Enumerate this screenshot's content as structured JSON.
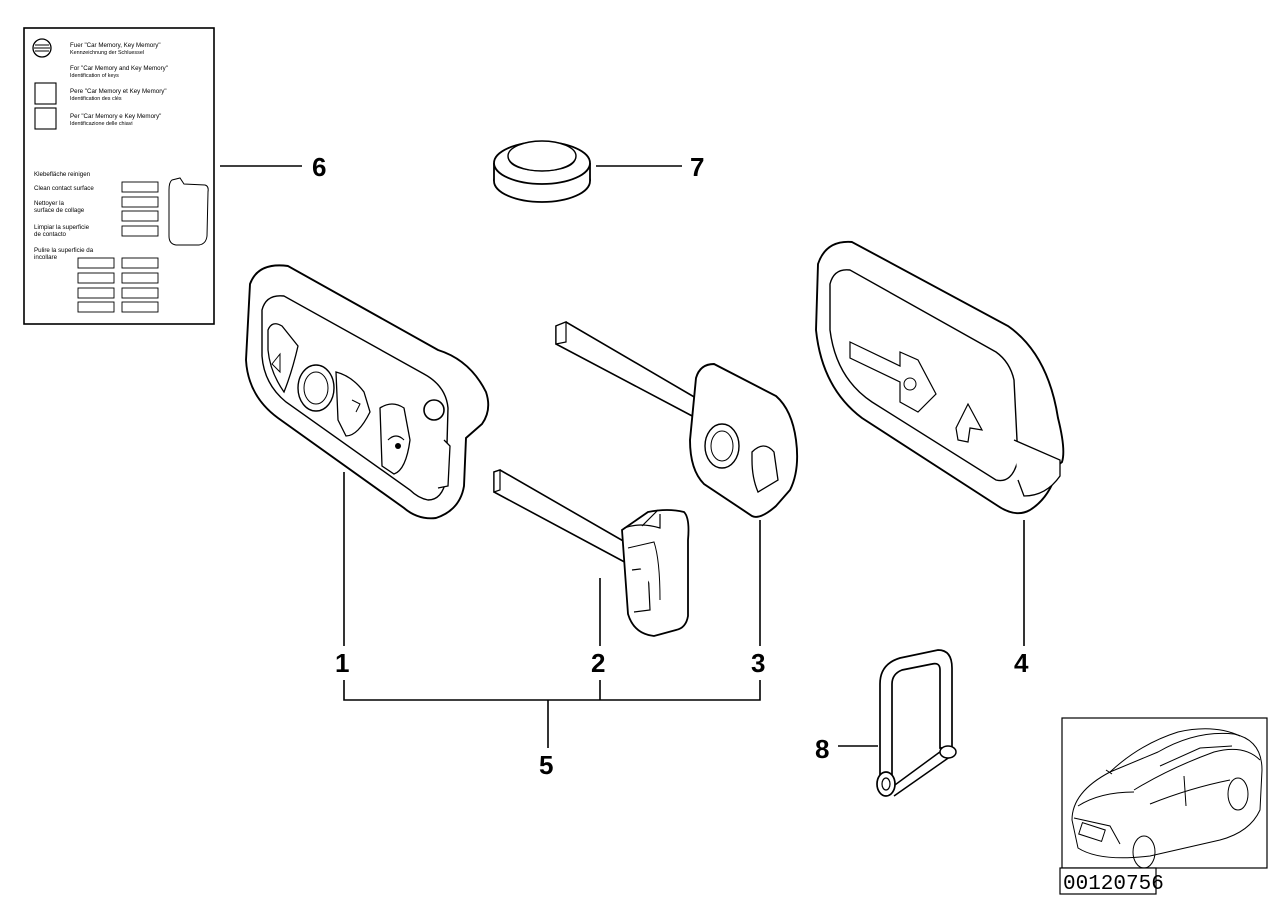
{
  "callouts": {
    "c1": "1",
    "c2": "2",
    "c3": "3",
    "c4": "4",
    "c5": "5",
    "c6": "6",
    "c7": "7",
    "c8": "8"
  },
  "label_card": {
    "line1a": "Fuer \"Car Memory, Key Memory\"",
    "line1b": "Kennzeichnung der Schluessel",
    "line2a": "For \"Car Memory and Key Memory\"",
    "line2b": "Identification of keys",
    "line3a": "Pere \"Car Memory et Key Memory\"",
    "line3b": "Identification des clés",
    "line4a": "Per \"Car Memory e Key Memory\"",
    "line4b": "Identificazione delle chiavi",
    "clean1": "Klebefläche reinigen",
    "clean2": "Clean contact surface",
    "clean3a": "Nettoyer la",
    "clean3b": "surface de collage",
    "clean4a": "Limpiar la superficie",
    "clean4b": "de contacto",
    "clean5a": "Pulire la superficie da",
    "clean5b": "incollare"
  },
  "reference_number": "00120756"
}
